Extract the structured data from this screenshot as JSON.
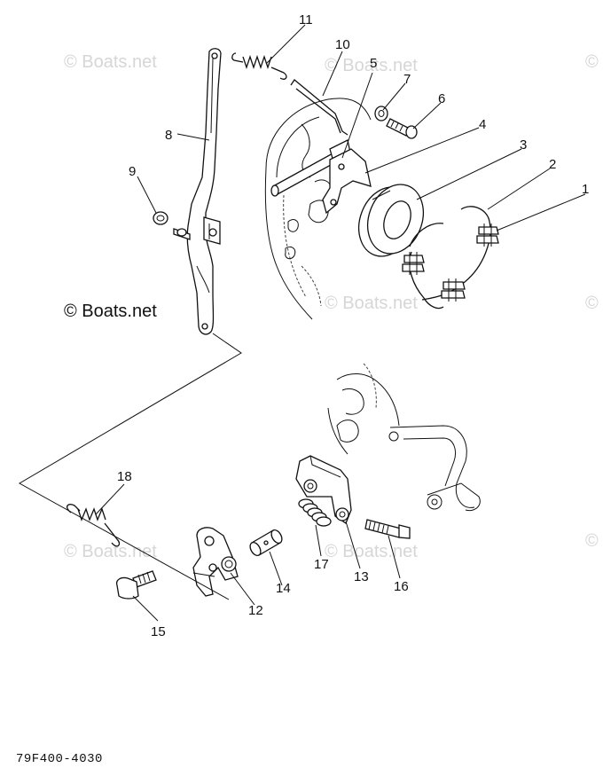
{
  "watermarks": {
    "text": "© Boats.net"
  },
  "callouts": [
    "1",
    "2",
    "3",
    "4",
    "5",
    "6",
    "7",
    "8",
    "9",
    "10",
    "11",
    "12",
    "13",
    "14",
    "15",
    "16",
    "17",
    "18"
  ],
  "diagram_code": "79F400-4030",
  "colors": {
    "ink": "#111111",
    "watermark": "#d6d6d6",
    "background": "#ffffff"
  }
}
